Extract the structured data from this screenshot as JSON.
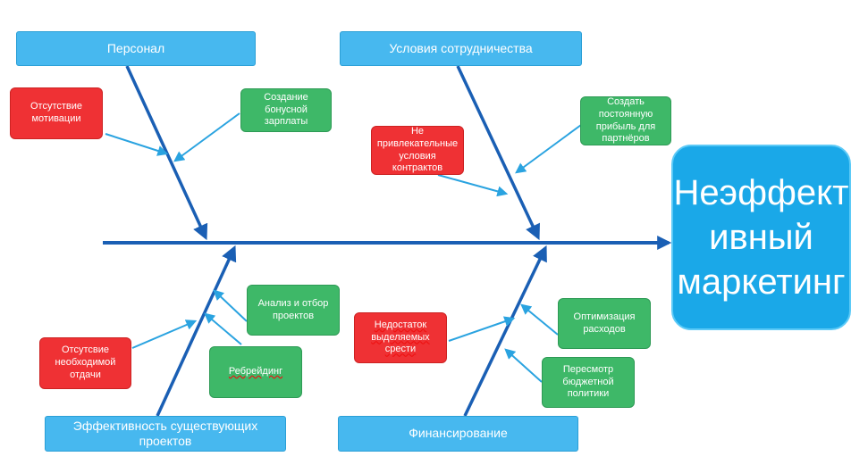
{
  "effect": "Неэффективный маркетинг",
  "effect_lines": [
    "Неэффект",
    "ивный",
    "маркетинг"
  ],
  "categories": {
    "personnel": "Персонал",
    "cooperation": "Условия сотрудничества",
    "projects": "Эффективность существующих проектов",
    "finance": "Финансирование"
  },
  "causes": {
    "no_motivation": "Отсутствие мотивации",
    "bonus_salary": "Создание бонусной зарплаты",
    "unattractive_contracts": "Не привлекательные условия контрактов",
    "partner_profit": "Создать постоянную прибыль для партнёров",
    "project_analysis": "Анализ и отбор проектов",
    "no_return": "Отсутсвие необходимой отдачи",
    "rebranding": "Ребрейдинг",
    "lack_funds": "Недостаток выделяемых срести",
    "cost_optimization": "Оптимизация расходов",
    "budget_review": "Пересмотр бюджетной политики"
  },
  "colors": {
    "category": "#47b8ef",
    "problem": "#ef3134",
    "solution": "#3eb868",
    "arrow": "#1a5fb4",
    "effect": "#1aa8e8"
  }
}
